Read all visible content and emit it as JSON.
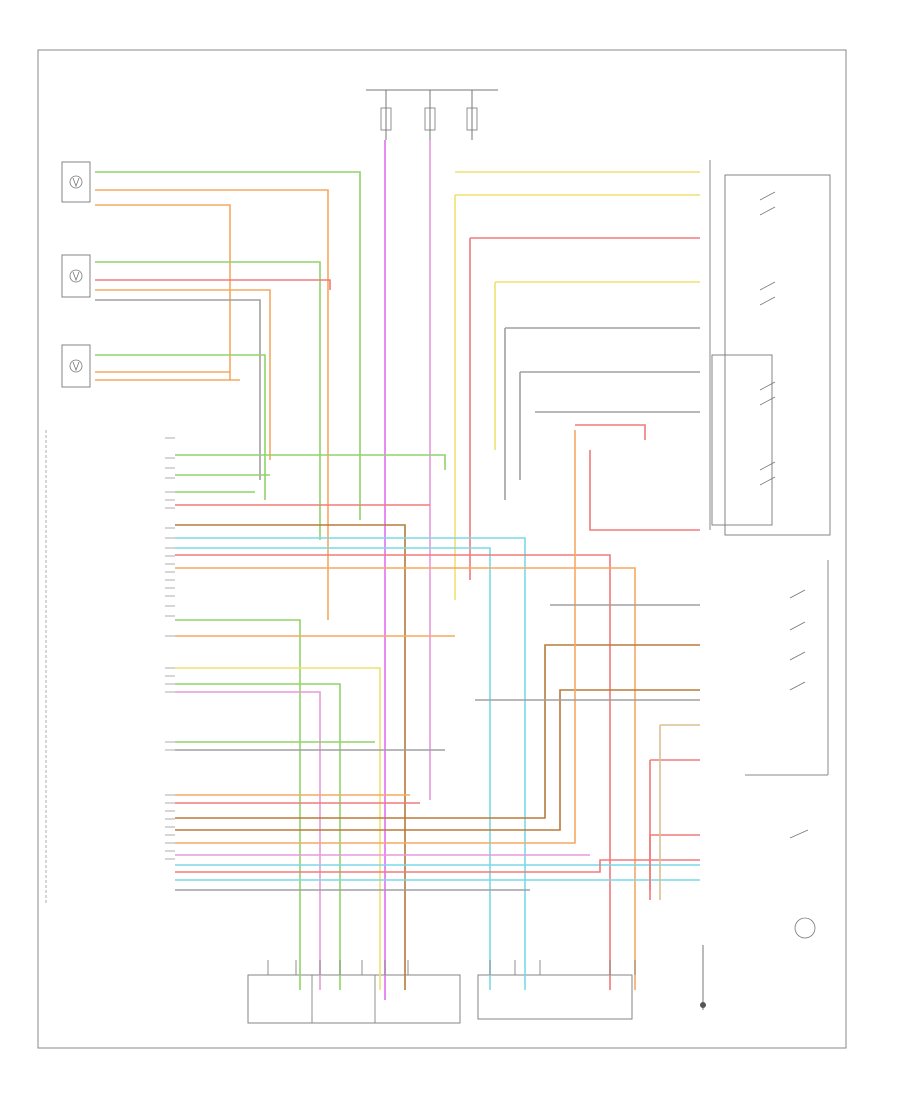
{
  "header": {
    "fuse_panel_label": "",
    "fuse_labels": [
      "",
      "",
      ""
    ]
  },
  "footer": {
    "code": ""
  },
  "colors": {
    "lt_green": "#8fd46a",
    "orange": "#f5a860",
    "red": "#f07a7a",
    "yellow": "#f0e070",
    "pink": "#e89ad8",
    "violet": "#e070f0",
    "lt_blue": "#7ad8e8",
    "brown": "#b87a3a",
    "gray": "#a0a0a0",
    "tan": "#d8c090",
    "black": "#333333"
  },
  "components": [
    {
      "id": "left-front-seat-motor-1",
      "label": ""
    },
    {
      "id": "left-front-seat-motor-2",
      "label": ""
    },
    {
      "id": "left-front-seat-motor-3",
      "label": ""
    },
    {
      "id": "power-seat-module",
      "label": ""
    },
    {
      "id": "power-seat-switch-right",
      "label": ""
    },
    {
      "id": "memory-seat-switch",
      "label": ""
    },
    {
      "id": "seat-track-position-sensor",
      "label": ""
    },
    {
      "id": "driver-seat-module-connector",
      "label": ""
    },
    {
      "id": "lumbar-switch",
      "label": ""
    }
  ],
  "pins_left": [
    "",
    "",
    "",
    "",
    "",
    "",
    "",
    "",
    "",
    "",
    "",
    "",
    "",
    "",
    "",
    "",
    "",
    "",
    "",
    "",
    "",
    "",
    "",
    "",
    "",
    "",
    "",
    "",
    "",
    "",
    "",
    "",
    "",
    ""
  ],
  "pins_bottom": [
    "",
    "",
    "",
    "",
    "",
    "",
    "",
    "",
    "",
    "",
    "",
    ""
  ]
}
